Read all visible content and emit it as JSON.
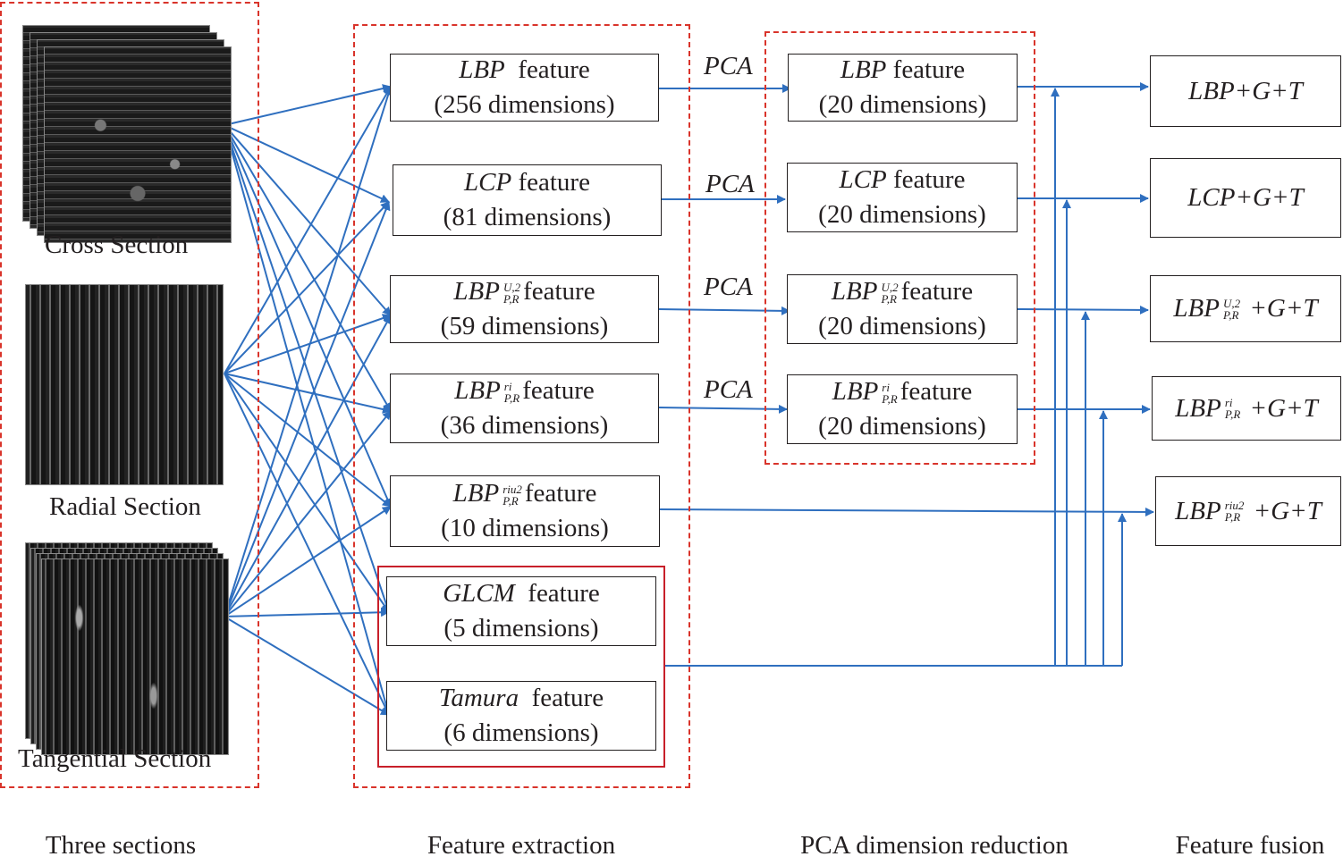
{
  "sections": {
    "cross": "Cross  Section",
    "radial": "Radial Section",
    "tangential": "Tangential Section"
  },
  "extraction": {
    "lbp": {
      "name": "LBP",
      "feature": "feature",
      "dims": "(256 dimensions)"
    },
    "lcp": {
      "name": "LCP",
      "feature": "feature",
      "dims": "(81 dimensions)"
    },
    "lbpu2": {
      "name": "LBP",
      "sup": "U,2",
      "sub": "P,R",
      "feature": "feature",
      "dims": "(59 dimensions)"
    },
    "lbpri": {
      "name": "LBP",
      "sup": "ri",
      "sub": "P,R",
      "feature": "feature",
      "dims": "(36 dimensions)"
    },
    "lbpriu2": {
      "name": "LBP",
      "sup": "riu2",
      "sub": "P,R",
      "feature": "feature",
      "dims": "(10 dimensions)"
    },
    "glcm": {
      "name": "GLCM",
      "feature": "feature",
      "dims": "(5 dimensions)"
    },
    "tamura": {
      "name": "Tamura",
      "feature": "feature",
      "dims": "(6 dimensions)"
    }
  },
  "pca_label": "PCA",
  "reduction": {
    "lbp": {
      "name": "LBP",
      "feature": "feature",
      "dims": "(20 dimensions)"
    },
    "lcp": {
      "name": "LCP",
      "feature": "feature",
      "dims": "(20 dimensions)"
    },
    "lbpu2": {
      "name": "LBP",
      "sup": "U,2",
      "sub": "P,R",
      "feature": "feature",
      "dims": "(20 dimensions)"
    },
    "lbpri": {
      "name": "LBP",
      "sup": "ri",
      "sub": "P,R",
      "feature": "feature",
      "dims": "(20 dimensions)"
    }
  },
  "fusion": {
    "lbp": "LBP+G+T",
    "lcp": "LCP+G+T",
    "lbpu2": {
      "name": "LBP",
      "sup": "U,2",
      "sub": "P,R",
      "suffix": "+G+T"
    },
    "lbpri": {
      "name": "LBP",
      "sup": "ri",
      "sub": "P,R",
      "suffix": "+G+T"
    },
    "lbpriu2": {
      "name": "LBP",
      "sup": "riu2",
      "sub": "P,R",
      "suffix": "+G+T"
    }
  },
  "stages": {
    "s1": "Three sections",
    "s2": "Feature extraction",
    "s3": "PCA dimension reduction",
    "s4": "Feature fusion"
  },
  "colors": {
    "arrow": "#2f6fbf",
    "dashed_frame": "#d9342b",
    "solid_frame": "#c8202a",
    "text": "#231f20"
  }
}
